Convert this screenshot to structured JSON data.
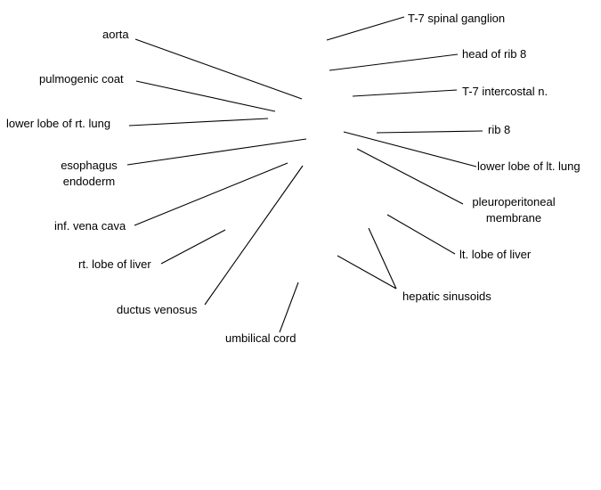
{
  "labels": {
    "t7_spinal_ganglion": "T-7 spinal ganglion",
    "head_of_rib_8": "head of rib 8",
    "t7_intercostal_n": "T-7 intercostal n.",
    "rib_8": "rib 8",
    "lower_lobe_lt_lung": "lower lobe of lt. lung",
    "pleuroperitoneal_line1": "pleuroperitoneal",
    "pleuroperitoneal_line2": "membrane",
    "lt_lobe_of_liver": "lt. lobe of liver",
    "hepatic_sinusoids": "hepatic sinusoids",
    "aorta": "aorta",
    "pulmogenic_coat": "pulmogenic coat",
    "lower_lobe_rt_lung": "lower lobe of rt. lung",
    "esophagus_line1": "esophagus",
    "esophagus_line2": "endoderm",
    "inf_vena_cava": "inf. vena cava",
    "rt_lobe_of_liver": "rt. lobe of liver",
    "ductus_venosus": "ductus venosus",
    "umbilical_cord": "umbilical cord"
  },
  "colors": {
    "line": "#000000",
    "text": "#000000",
    "background": "#ffffff"
  }
}
